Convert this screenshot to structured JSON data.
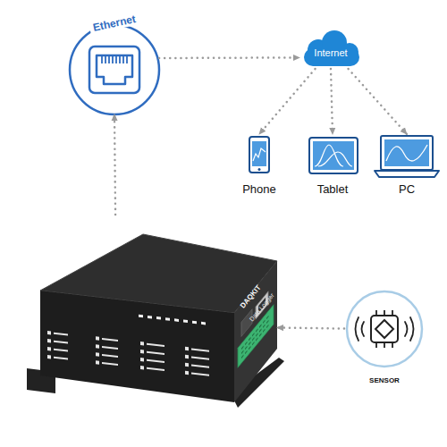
{
  "diagram": {
    "nodes": [
      {
        "text": [
          "Ethernet"
        ]
      },
      {
        "text": [
          "Internet"
        ]
      },
      {
        "text": [
          "Phone"
        ]
      },
      {
        "text": [
          "Tablet"
        ]
      },
      {
        "text": [
          "PC"
        ]
      },
      {
        "text": [
          "DAQKIT",
          "Data Logger"
        ]
      },
      {
        "text": [
          "SENSOR"
        ]
      }
    ],
    "edges": [
      {
        "from": 0,
        "to": 1,
        "arrow": "to"
      },
      {
        "from": 1,
        "to": 2,
        "arrow": "to"
      },
      {
        "from": 1,
        "to": 3,
        "arrow": "to"
      },
      {
        "from": 1,
        "to": 4,
        "arrow": "to"
      },
      {
        "from": 5,
        "to": 0,
        "arrow": "to"
      },
      {
        "from": 6,
        "to": 5,
        "arrow": "to"
      }
    ]
  }
}
